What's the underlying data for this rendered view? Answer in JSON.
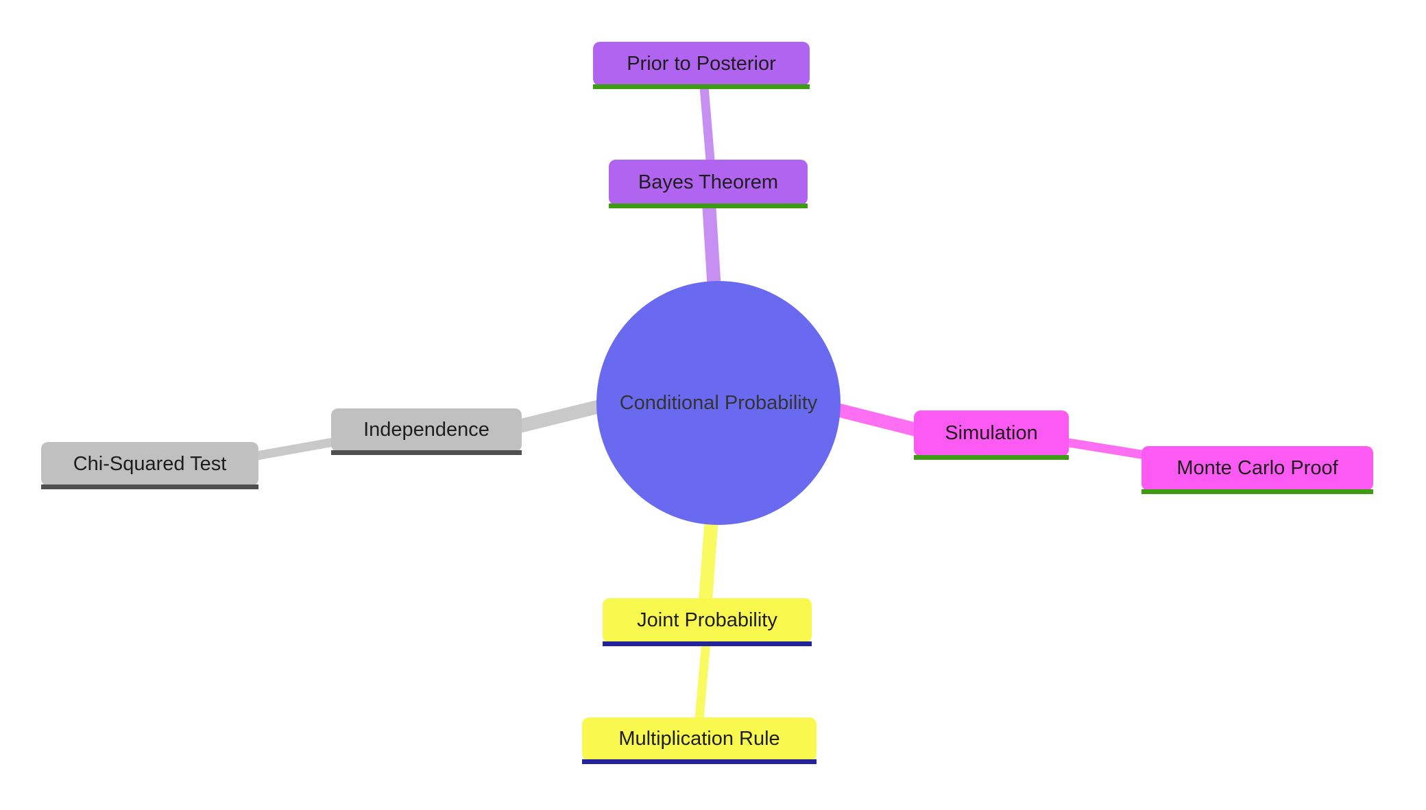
{
  "diagram_type": "mindmap",
  "nodes": {
    "root": {
      "label": "Conditional Probability"
    },
    "bayes": {
      "label": "Bayes Theorem"
    },
    "prior": {
      "label": "Prior to Posterior"
    },
    "independence": {
      "label": "Independence"
    },
    "chi_squared": {
      "label": "Chi-Squared Test"
    },
    "simulation": {
      "label": "Simulation"
    },
    "monte_carlo": {
      "label": "Monte Carlo Proof"
    },
    "joint": {
      "label": "Joint Probability"
    },
    "multiplication": {
      "label": "Multiplication Rule"
    }
  },
  "colors": {
    "background": "#ffffff",
    "root_fill": "#6a6af1",
    "root_text": "#333333",
    "node_text": "#1d1d1d",
    "purple_fill": "#b164f0",
    "purple_edge": "#c88ff2",
    "gray_fill": "#c0c0c0",
    "gray_edge": "#c9c9c9",
    "magenta_fill": "#fc5af2",
    "magenta_edge": "#fc6ef2",
    "yellow_fill": "#f8f84e",
    "yellow_edge": "#f9f960",
    "underline_green": "#3e9c12",
    "underline_gray": "#4f4f4f",
    "underline_navy": "#23239b"
  }
}
